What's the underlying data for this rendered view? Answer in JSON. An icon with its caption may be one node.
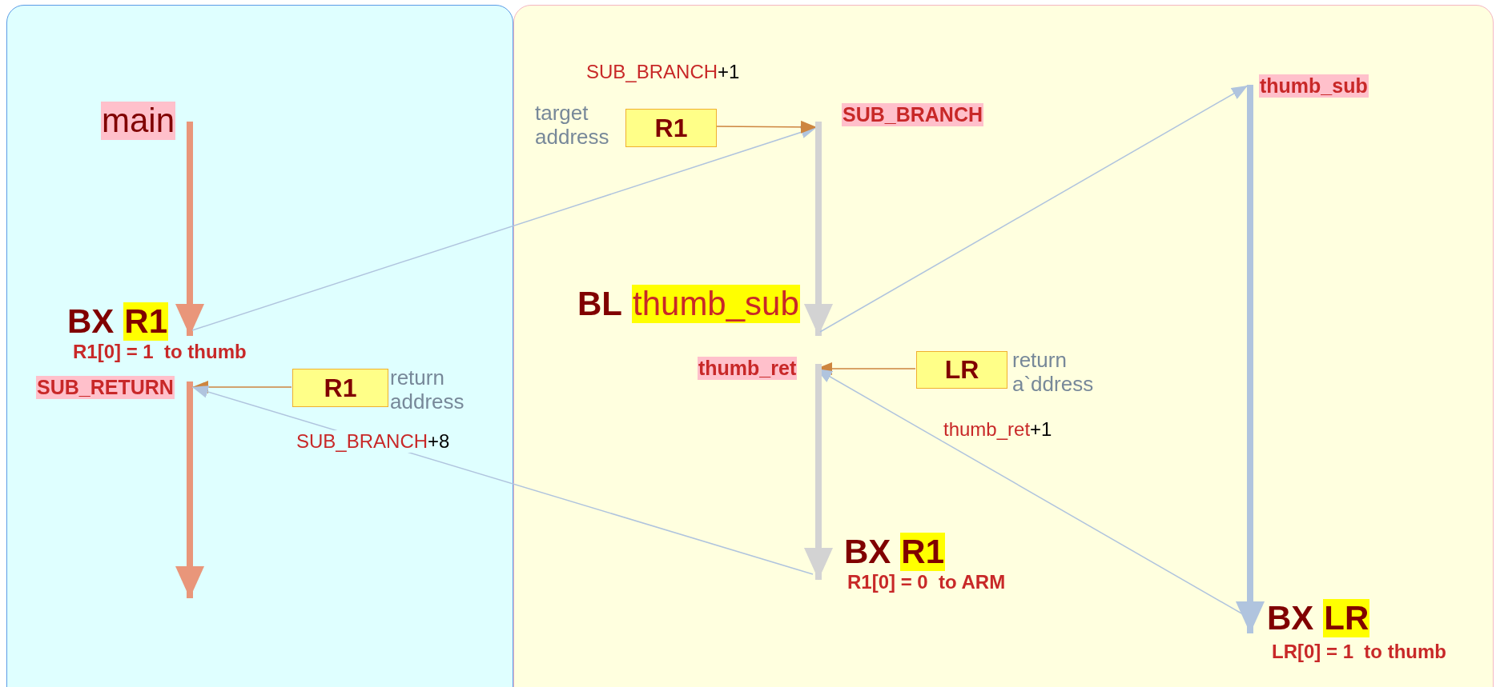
{
  "diagram": {
    "nodes": [
      {
        "text": [],
        "shape": "box"
      },
      {
        "text": [
          "main"
        ],
        "in": 0
      },
      {
        "text": [
          "BX",
          "R1"
        ],
        "beside": [
          "R1[0] = 1  to thumb"
        ],
        "in": 0
      },
      {
        "text": [
          "SUB_RETURN"
        ],
        "in": 0
      },
      {
        "text": [
          "R1"
        ],
        "beside": [
          "return address"
        ],
        "in": 0
      },
      {
        "text": [],
        "shape": "box"
      },
      {
        "text": [
          "R1"
        ],
        "beside": [
          "target address"
        ],
        "in": 5
      },
      {
        "text": [
          "SUB_BRANCH"
        ],
        "in": 5
      },
      {
        "text": [
          "BL",
          "thumb_sub"
        ],
        "in": 5
      },
      {
        "text": [
          "thumb_ret"
        ],
        "in": 5
      },
      {
        "text": [
          "LR"
        ],
        "beside": [
          "return a`ddress"
        ],
        "in": 5
      },
      {
        "text": [
          "BX",
          "R1"
        ],
        "beside": [
          "R1[0] = 0  to ARM"
        ],
        "in": 5
      },
      {
        "text": [
          "thumb_sub"
        ],
        "in": 5
      },
      {
        "text": [
          "BX",
          "LR"
        ],
        "beside": [
          "LR[0] = 1  to thumb"
        ],
        "in": 5
      }
    ],
    "edges": [
      {
        "from": 1,
        "to": 2,
        "arrow": "to",
        "style": "thick",
        "color": "#e9967a"
      },
      {
        "from": 3,
        "to": null,
        "arrow": "to",
        "style": "thick",
        "color": "#e9967a"
      },
      {
        "from": 4,
        "to": 3,
        "arrow": "to",
        "color": "#cd853f"
      },
      {
        "from": 2,
        "to": 7,
        "arrow": "to",
        "label": "SUB_BRANCH+1"
      },
      {
        "from": 6,
        "to": 7,
        "arrow": "to",
        "color": "#cd853f"
      },
      {
        "from": 7,
        "to": 8,
        "arrow": "to",
        "style": "thick",
        "color": "#d3d3d3"
      },
      {
        "from": 8,
        "to": 12,
        "arrow": "to"
      },
      {
        "from": 10,
        "to": 9,
        "arrow": "to",
        "color": "#cd853f"
      },
      {
        "from": 13,
        "to": 9,
        "arrow": "to",
        "label": "thumb_ret+1"
      },
      {
        "from": 9,
        "to": 11,
        "arrow": "to",
        "style": "thick",
        "color": "#d3d3d3"
      },
      {
        "from": 11,
        "to": 3,
        "arrow": "to",
        "label": "SUB_BRANCH+8"
      },
      {
        "from": 12,
        "to": 13,
        "arrow": "to",
        "style": "thick",
        "color": "#b0c4de"
      }
    ]
  }
}
